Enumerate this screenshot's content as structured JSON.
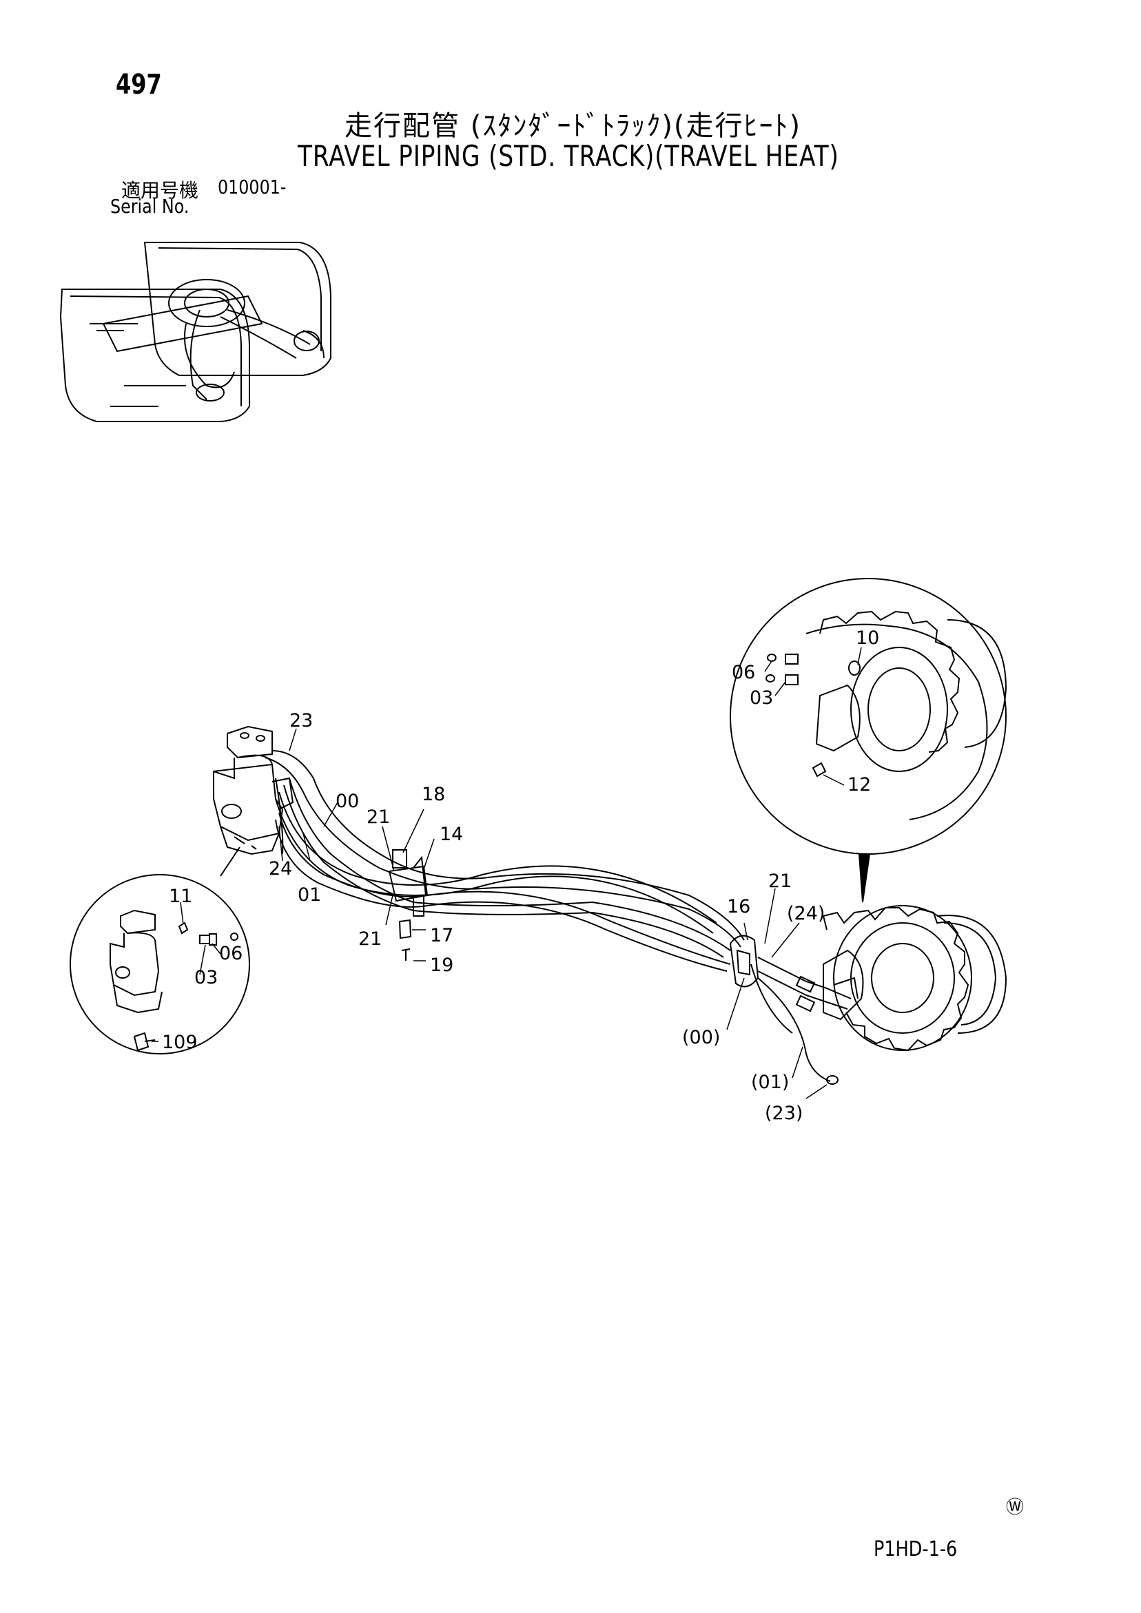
{
  "page_number": "497",
  "title_jp": "走行配管 (ｽﾀﾝﾀﾞｰﾄﾞﾄﾗｯｸ)(走行ﾋｰﾄ)",
  "title_en": "TRAVEL PIPING (STD. TRACK)(TRAVEL HEAT)",
  "serial": {
    "label_jp": "適用号機",
    "value": "010001-",
    "label_en": "Serial No."
  },
  "callouts": {
    "c23": "23",
    "c00": "00",
    "c21a": "21",
    "c18": "18",
    "c14": "14",
    "c24": "24",
    "c01": "01",
    "c21b": "21",
    "c17": "17",
    "c19": "19",
    "c16": "16",
    "c21c": "21",
    "c24p": "(24)",
    "c00p": "(00)",
    "c01p": "(01)",
    "c23p": "(23)",
    "c11": "11",
    "c06a": "06",
    "c03a": "03",
    "c109": "109",
    "c10": "10",
    "c06b": "06",
    "c03b": "03",
    "c12": "12"
  },
  "footer": {
    "mark": "Ⓦ",
    "code": "P1HD-1-6"
  }
}
